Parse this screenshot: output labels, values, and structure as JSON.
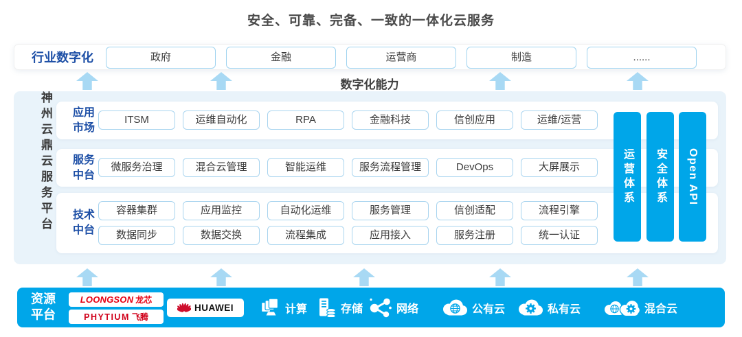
{
  "title": "安全、可靠、完备、一致的一体化云服务",
  "industry": {
    "label": "行业数字化",
    "items": [
      "政府",
      "金融",
      "运营商",
      "制造",
      "......"
    ]
  },
  "capability_label": "数字化能力",
  "platform": {
    "name": "神州云鼎云服务平台",
    "app_market": {
      "label": "应用\n市场",
      "items": [
        "ITSM",
        "运维自动化",
        "RPA",
        "金融科技",
        "信创应用",
        "运维/运营"
      ]
    },
    "service_platform": {
      "label": "服务\n中台",
      "items": [
        "微服务治理",
        "混合云管理",
        "智能运维",
        "服务流程管理",
        "DevOps",
        "大屏展示"
      ]
    },
    "tech_platform": {
      "label": "技术\n中台",
      "items_row1": [
        "容器集群",
        "应用监控",
        "自动化运维",
        "服务管理",
        "信创适配",
        "流程引擎"
      ],
      "items_row2": [
        "数据同步",
        "数据交换",
        "流程集成",
        "应用接入",
        "服务注册",
        "统一认证"
      ]
    },
    "pillars": [
      "运营体系",
      "安全体系",
      "Open API"
    ]
  },
  "resources": {
    "label": "资源\n平台",
    "logos": {
      "loongson": {
        "brand": "LOONGSON",
        "suffix": "龙芯"
      },
      "phytium": {
        "brand": "PHYTIUM",
        "suffix": "飞腾"
      },
      "huawei": {
        "brand": "HUAWEI"
      }
    },
    "items": [
      "计算",
      "存储",
      "网络",
      "公有云",
      "私有云",
      "混合云"
    ]
  },
  "colors": {
    "accent": "#00a6e9",
    "arrow": "#a8d9f4",
    "panel_bg": "#e9f3fa",
    "box_border": "#a8d4ef",
    "label_blue": "#1d4fa6",
    "loongson_red": "#e60012",
    "huawei_red": "#ce0e2d"
  }
}
